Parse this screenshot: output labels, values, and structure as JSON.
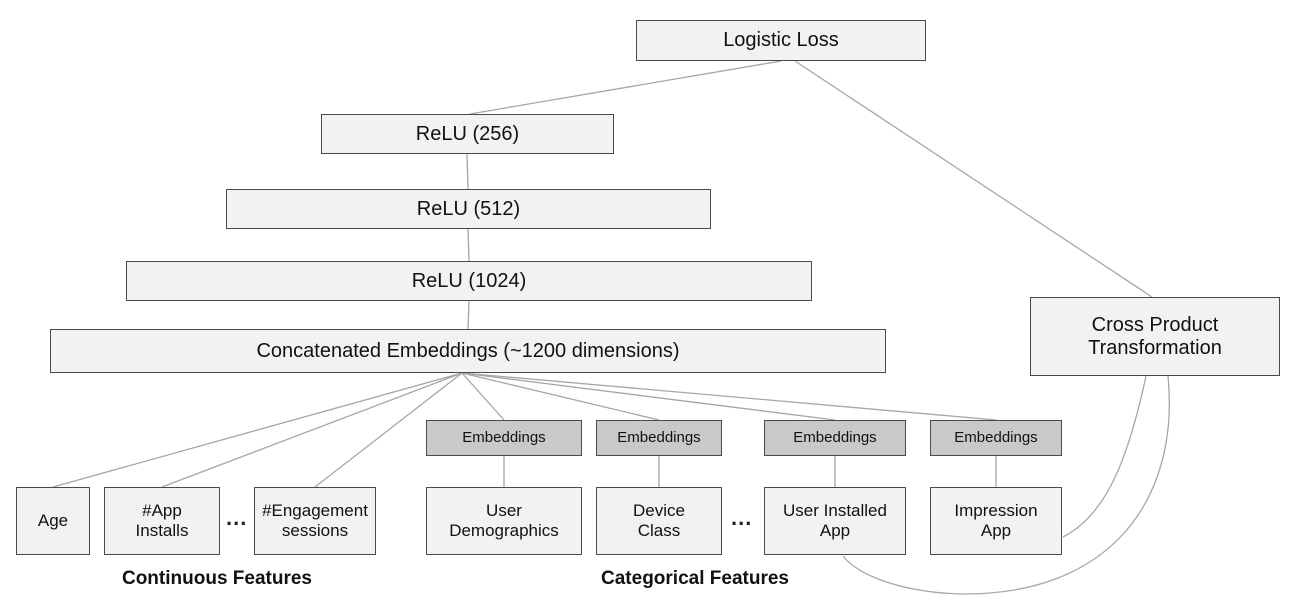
{
  "nodes": {
    "logistic_loss": "Logistic Loss",
    "relu_256": "ReLU (256)",
    "relu_512": "ReLU (512)",
    "relu_1024": "ReLU (1024)",
    "concatenated_embeddings": "Concatenated Embeddings (~1200 dimensions)",
    "cross_product": "Cross Product Transformation",
    "embeddings_label": "Embeddings",
    "age": "Age",
    "app_installs": "#App Installs",
    "engagement_sessions": "#Engagement sessions",
    "user_demographics": "User Demographics",
    "device_class": "Device Class",
    "user_installed_app": "User Installed App",
    "impression_app": "Impression App",
    "ellipsis": "..."
  },
  "group_labels": {
    "continuous": "Continuous Features",
    "categorical": "Categorical Features"
  },
  "colors": {
    "box_fill": "#f2f2f2",
    "embeddings_fill": "#c9c9c9",
    "box_border": "#4a4a4a",
    "connector": "#a6a6a6",
    "text": "#111111"
  }
}
